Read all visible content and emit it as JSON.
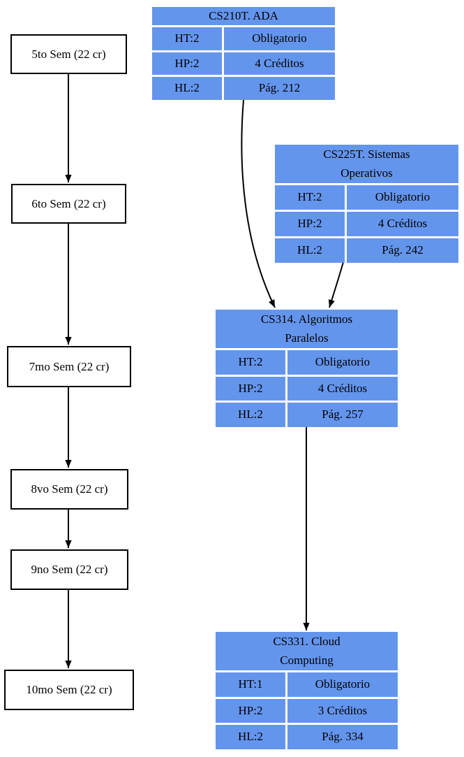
{
  "diagram": {
    "background_color": "#ffffff",
    "node_fill_color": "#6495ED",
    "edge_color": "#000000",
    "semesters": [
      {
        "id": "sem5",
        "label": "5to Sem (22 cr)"
      },
      {
        "id": "sem6",
        "label": "6to Sem (22 cr)"
      },
      {
        "id": "sem7",
        "label": "7mo Sem (22 cr)"
      },
      {
        "id": "sem8",
        "label": "8vo Sem (22 cr)"
      },
      {
        "id": "sem9",
        "label": "9no Sem (22 cr)"
      },
      {
        "id": "sem10",
        "label": "10mo Sem (22 cr)"
      }
    ],
    "courses": [
      {
        "id": "CS210T",
        "title": "CS210T. ADA",
        "rows": [
          {
            "left": "HT:2",
            "right": "Obligatorio"
          },
          {
            "left": "HP:2",
            "right": "4 Créditos"
          },
          {
            "left": "HL:2",
            "right": "Pág. 212"
          }
        ]
      },
      {
        "id": "CS225T",
        "title": "CS225T. Sistemas\nOperativos",
        "rows": [
          {
            "left": "HT:2",
            "right": "Obligatorio"
          },
          {
            "left": "HP:2",
            "right": "4 Créditos"
          },
          {
            "left": "HL:2",
            "right": "Pág. 242"
          }
        ]
      },
      {
        "id": "CS314",
        "title": "CS314. Algoritmos\nParalelos",
        "rows": [
          {
            "left": "HT:2",
            "right": "Obligatorio"
          },
          {
            "left": "HP:2",
            "right": "4 Créditos"
          },
          {
            "left": "HL:2",
            "right": "Pág. 257"
          }
        ]
      },
      {
        "id": "CS331",
        "title": "CS331. Cloud\nComputing",
        "rows": [
          {
            "left": "HT:1",
            "right": "Obligatorio"
          },
          {
            "left": "HP:2",
            "right": "3 Créditos"
          },
          {
            "left": "HL:2",
            "right": "Pág. 334"
          }
        ]
      }
    ],
    "edges": [
      {
        "from": "sem5",
        "to": "sem6"
      },
      {
        "from": "sem6",
        "to": "sem7"
      },
      {
        "from": "sem7",
        "to": "sem8"
      },
      {
        "from": "sem8",
        "to": "sem9"
      },
      {
        "from": "sem9",
        "to": "sem10"
      },
      {
        "from": "CS210T",
        "to": "CS314"
      },
      {
        "from": "CS225T",
        "to": "CS314"
      },
      {
        "from": "CS314",
        "to": "CS331"
      }
    ]
  }
}
